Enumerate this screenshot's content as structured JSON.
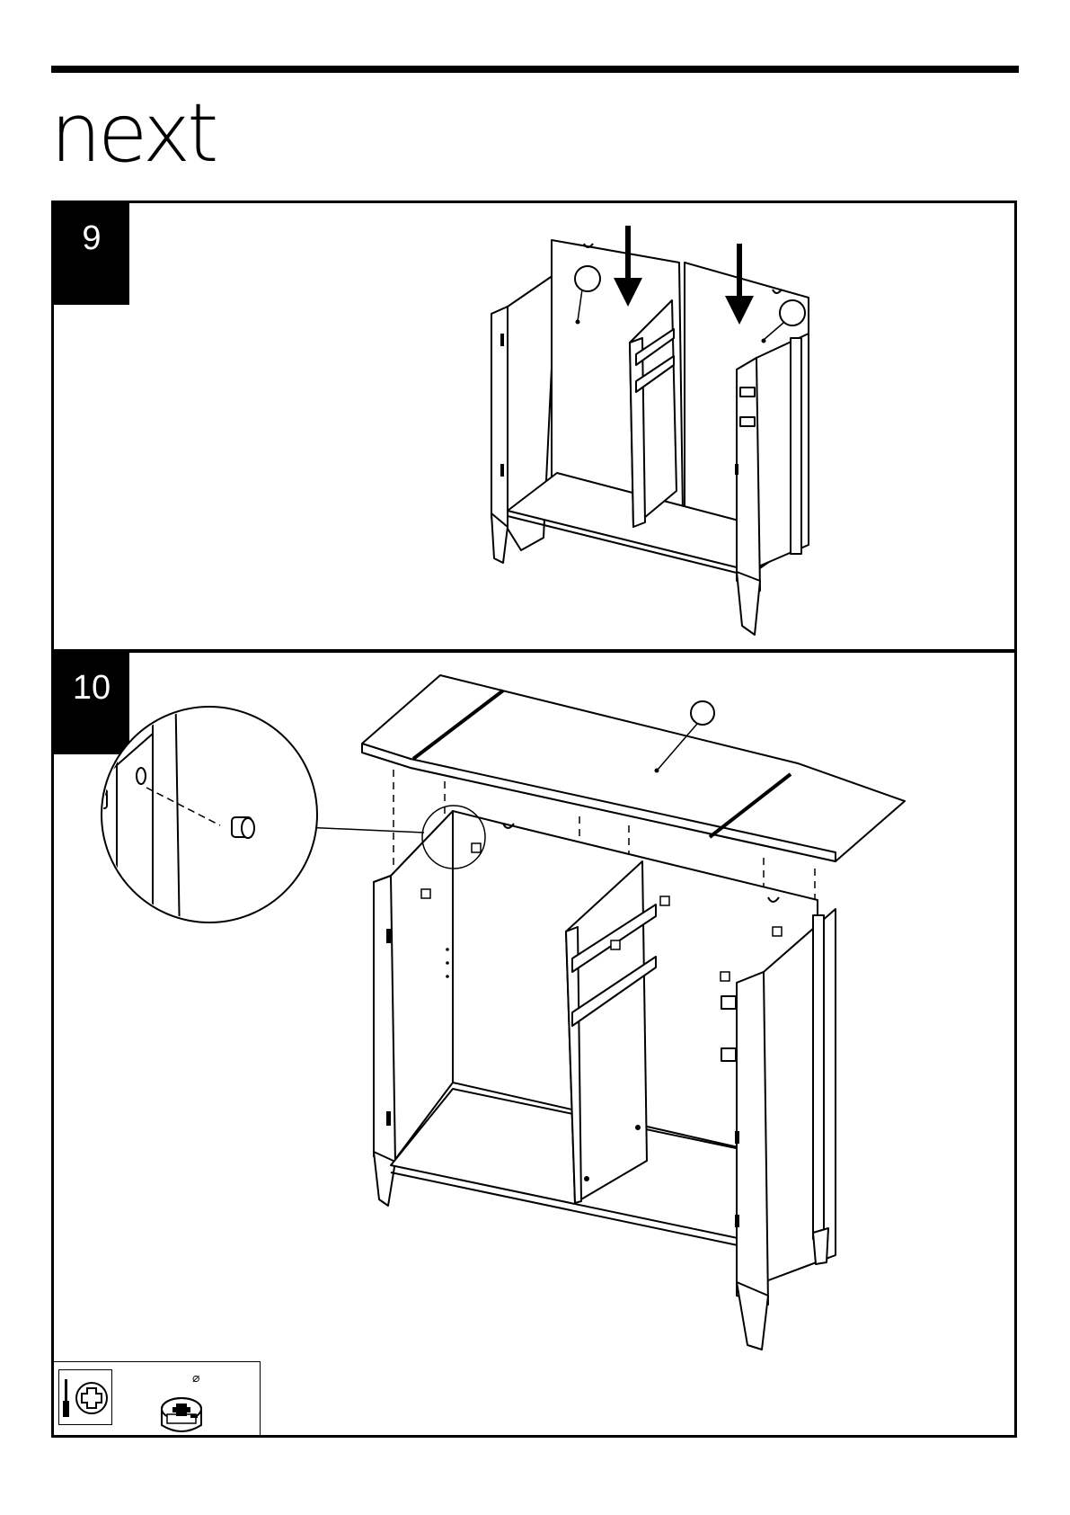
{
  "header": {
    "brand": "next"
  },
  "steps": [
    {
      "number": "9"
    },
    {
      "number": "10"
    }
  ],
  "tools": {
    "diameter_symbol": "⌀"
  }
}
